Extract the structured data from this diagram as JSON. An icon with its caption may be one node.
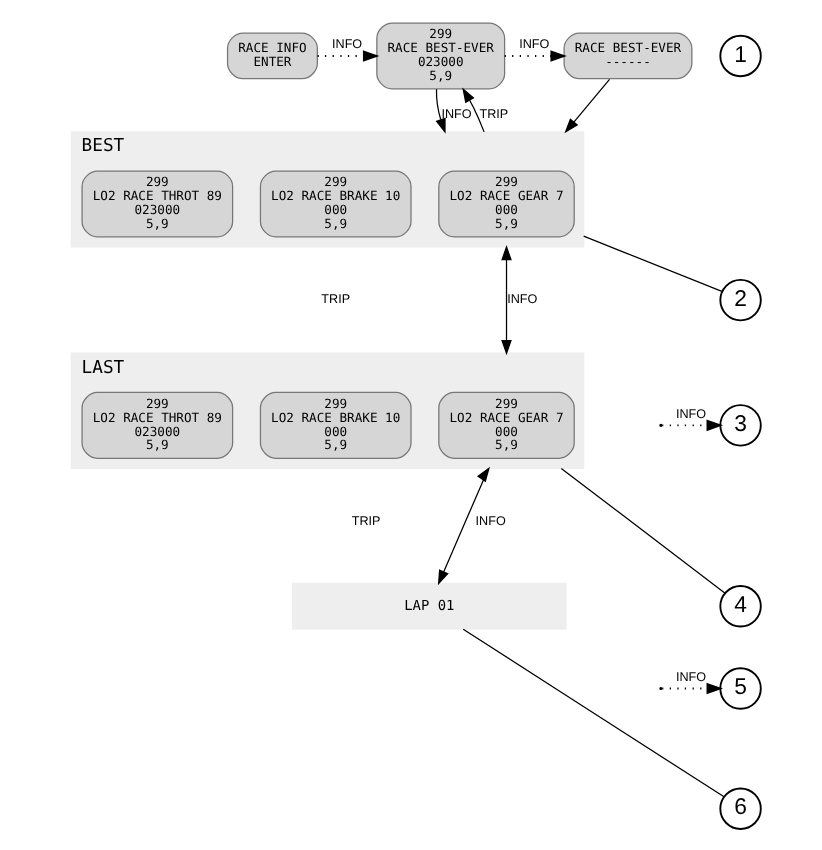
{
  "diagram": {
    "nodes": [
      {
        "text": [
          "RACE INFO",
          "ENTER"
        ]
      },
      {
        "text": [
          "299",
          "RACE BEST-EVER",
          "023000",
          "5,9"
        ]
      },
      {
        "text": [
          "RACE BEST-EVER",
          "------"
        ]
      },
      {
        "text": [
          "1"
        ]
      },
      {
        "text": [
          "BEST"
        ]
      },
      {
        "text": [
          "299",
          "LO2 RACE BRAKE 10",
          "000",
          "5,9"
        ],
        "in": 4
      },
      {
        "text": [
          "299",
          "LO2 RACE GEAR 7",
          "000",
          "5,9"
        ],
        "in": 4
      },
      {
        "text": [
          "299",
          "LO2 RACE THROT 89",
          "023000",
          "5,9"
        ],
        "in": 4
      },
      {
        "text": [
          "2"
        ]
      },
      {
        "text": [
          "3"
        ]
      },
      {
        "text": [
          "LAST"
        ]
      },
      {
        "text": [
          "299",
          "LO2 RACE BRAKE 10",
          "000",
          "5,9"
        ],
        "in": 10
      },
      {
        "text": [
          "299",
          "LO2 RACE GEAR 7",
          "000",
          "5,9"
        ],
        "in": 10
      },
      {
        "text": [
          "299",
          "LO2 RACE THROT 89",
          "023000",
          "5,9"
        ],
        "in": 10
      },
      {
        "text": [
          "4"
        ]
      },
      {
        "text": [
          "5"
        ]
      },
      {
        "text": [
          "LAP 01"
        ]
      },
      {
        "text": [
          "6"
        ]
      }
    ],
    "edges": [
      {
        "from": 0,
        "to": 1,
        "arrow": "to",
        "label": "INFO",
        "style": "dashed"
      },
      {
        "from": 1,
        "to": 2,
        "arrow": "to",
        "label": "INFO",
        "style": "dashed"
      },
      {
        "from": 1,
        "to": 4,
        "arrow": "to",
        "label": "INFO"
      },
      {
        "from": 2,
        "to": 4,
        "arrow": "to"
      },
      {
        "from": 4,
        "to": 1,
        "arrow": "to",
        "label": "TRIP"
      },
      {
        "from": 8,
        "to": 4,
        "arrow": "none"
      },
      {
        "from": null,
        "to": 9,
        "arrow": "to",
        "label": "INFO",
        "style": "dashed"
      },
      {
        "from": 4,
        "to": 10,
        "arrow": "both",
        "label": "INFO"
      },
      {
        "from": 14,
        "to": 10,
        "arrow": "none"
      },
      {
        "from": null,
        "to": 15,
        "arrow": "to",
        "label": "INFO",
        "style": "dashed"
      },
      {
        "from": 10,
        "to": 16,
        "arrow": "both",
        "label": "INFO"
      },
      {
        "from": 17,
        "to": 16,
        "arrow": "none"
      }
    ],
    "labels": [
      "TRIP",
      "TRIP"
    ]
  }
}
